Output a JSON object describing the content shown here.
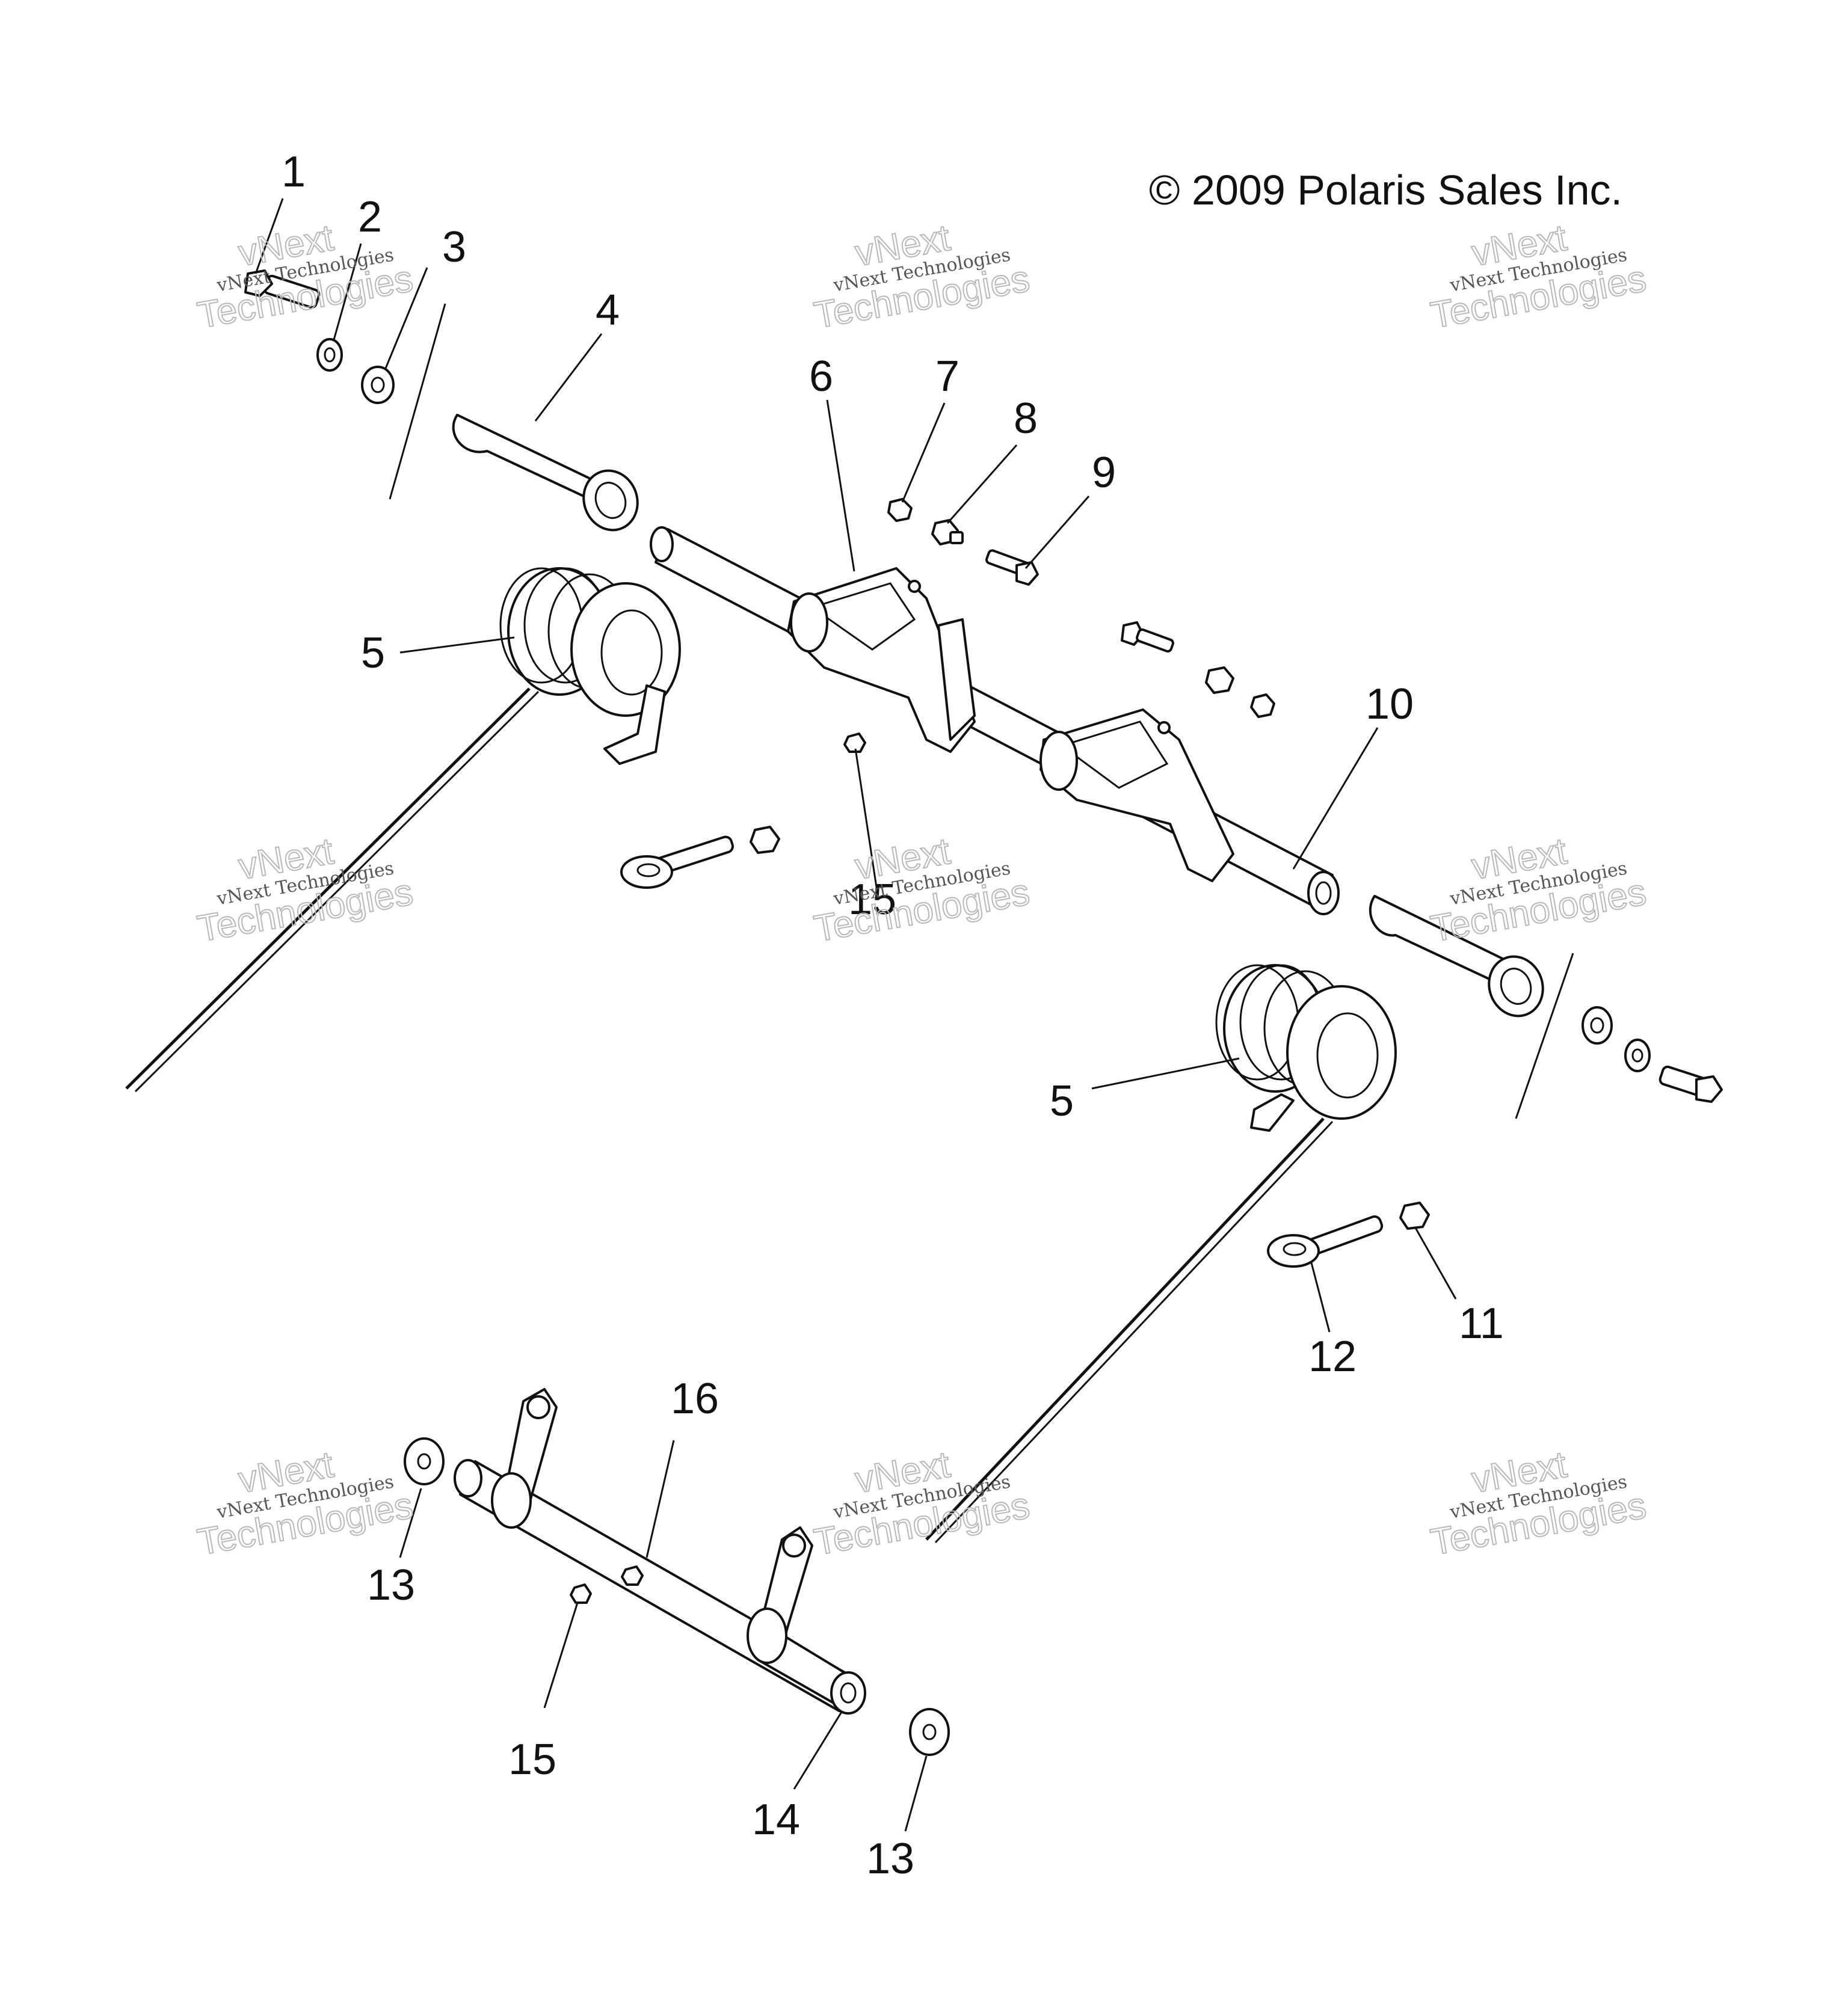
{
  "copyright": "© 2009 Polaris Sales Inc.",
  "watermark": {
    "line1": "vNext Technologies",
    "line2": "vNext",
    "line3": "Technologies"
  },
  "callouts": {
    "c1": "1",
    "c2": "2",
    "c3": "3",
    "c4": "4",
    "c5a": "5",
    "c5b": "5",
    "c6": "6",
    "c7": "7",
    "c8": "8",
    "c9": "9",
    "c10": "10",
    "c11": "11",
    "c12": "12",
    "c13a": "13",
    "c13b": "13",
    "c14": "14",
    "c15a": "15",
    "c15b": "15",
    "c16": "16"
  }
}
